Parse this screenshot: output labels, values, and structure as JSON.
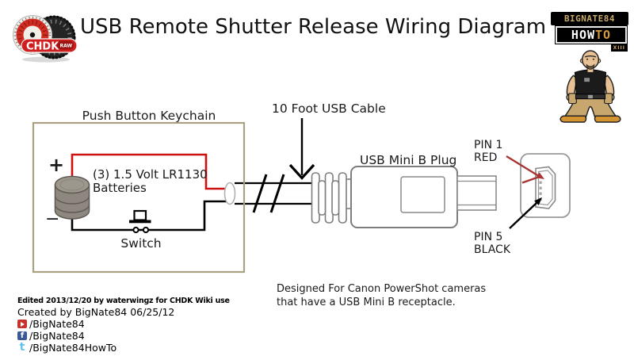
{
  "title": "USB Remote Shutter Release Wiring Diagram",
  "chdk_logo": {
    "text": "CHDK",
    "badge": "RAW"
  },
  "bignate_logo": {
    "line1": "BIGNATE84",
    "how": "HOW",
    "to": "TO",
    "badge": "XIII"
  },
  "diagram": {
    "box_label": "Push Button Keychain",
    "plus": "+",
    "minus": "−",
    "battery_line1": "(3) 1.5 Volt LR1130",
    "battery_line2": "Batteries",
    "switch_label": "Switch",
    "cable_label": "10 Foot USB Cable",
    "plug_label": "USB Mini B Plug",
    "pin1_label": "PIN 1",
    "pin1_color": "RED",
    "pin5_label": "PIN 5",
    "pin5_color": "BLACK",
    "note_line1": "Designed For Canon PowerShot cameras",
    "note_line2": "that have a USB Mini B receptacle."
  },
  "credits": {
    "edited": "Edited 2013/12/20 by waterwingz for CHDK Wiki use",
    "created": "Created by BigNate84 06/25/12",
    "social": [
      {
        "icon": "youtube-icon",
        "handle": "/BigNate84"
      },
      {
        "icon": "facebook-icon",
        "handle": "/BigNate84"
      },
      {
        "icon": "twitter-icon",
        "handle": "/BigNate84HowTo"
      }
    ]
  },
  "icons": {
    "facebook_glyph": "f",
    "twitter_glyph": "t"
  },
  "colors": {
    "wire_red": "#cc1010",
    "wire_black": "#000000",
    "box_border": "#aca083",
    "pin_red": "#a93434",
    "outline_gray": "#7d7d7d"
  }
}
